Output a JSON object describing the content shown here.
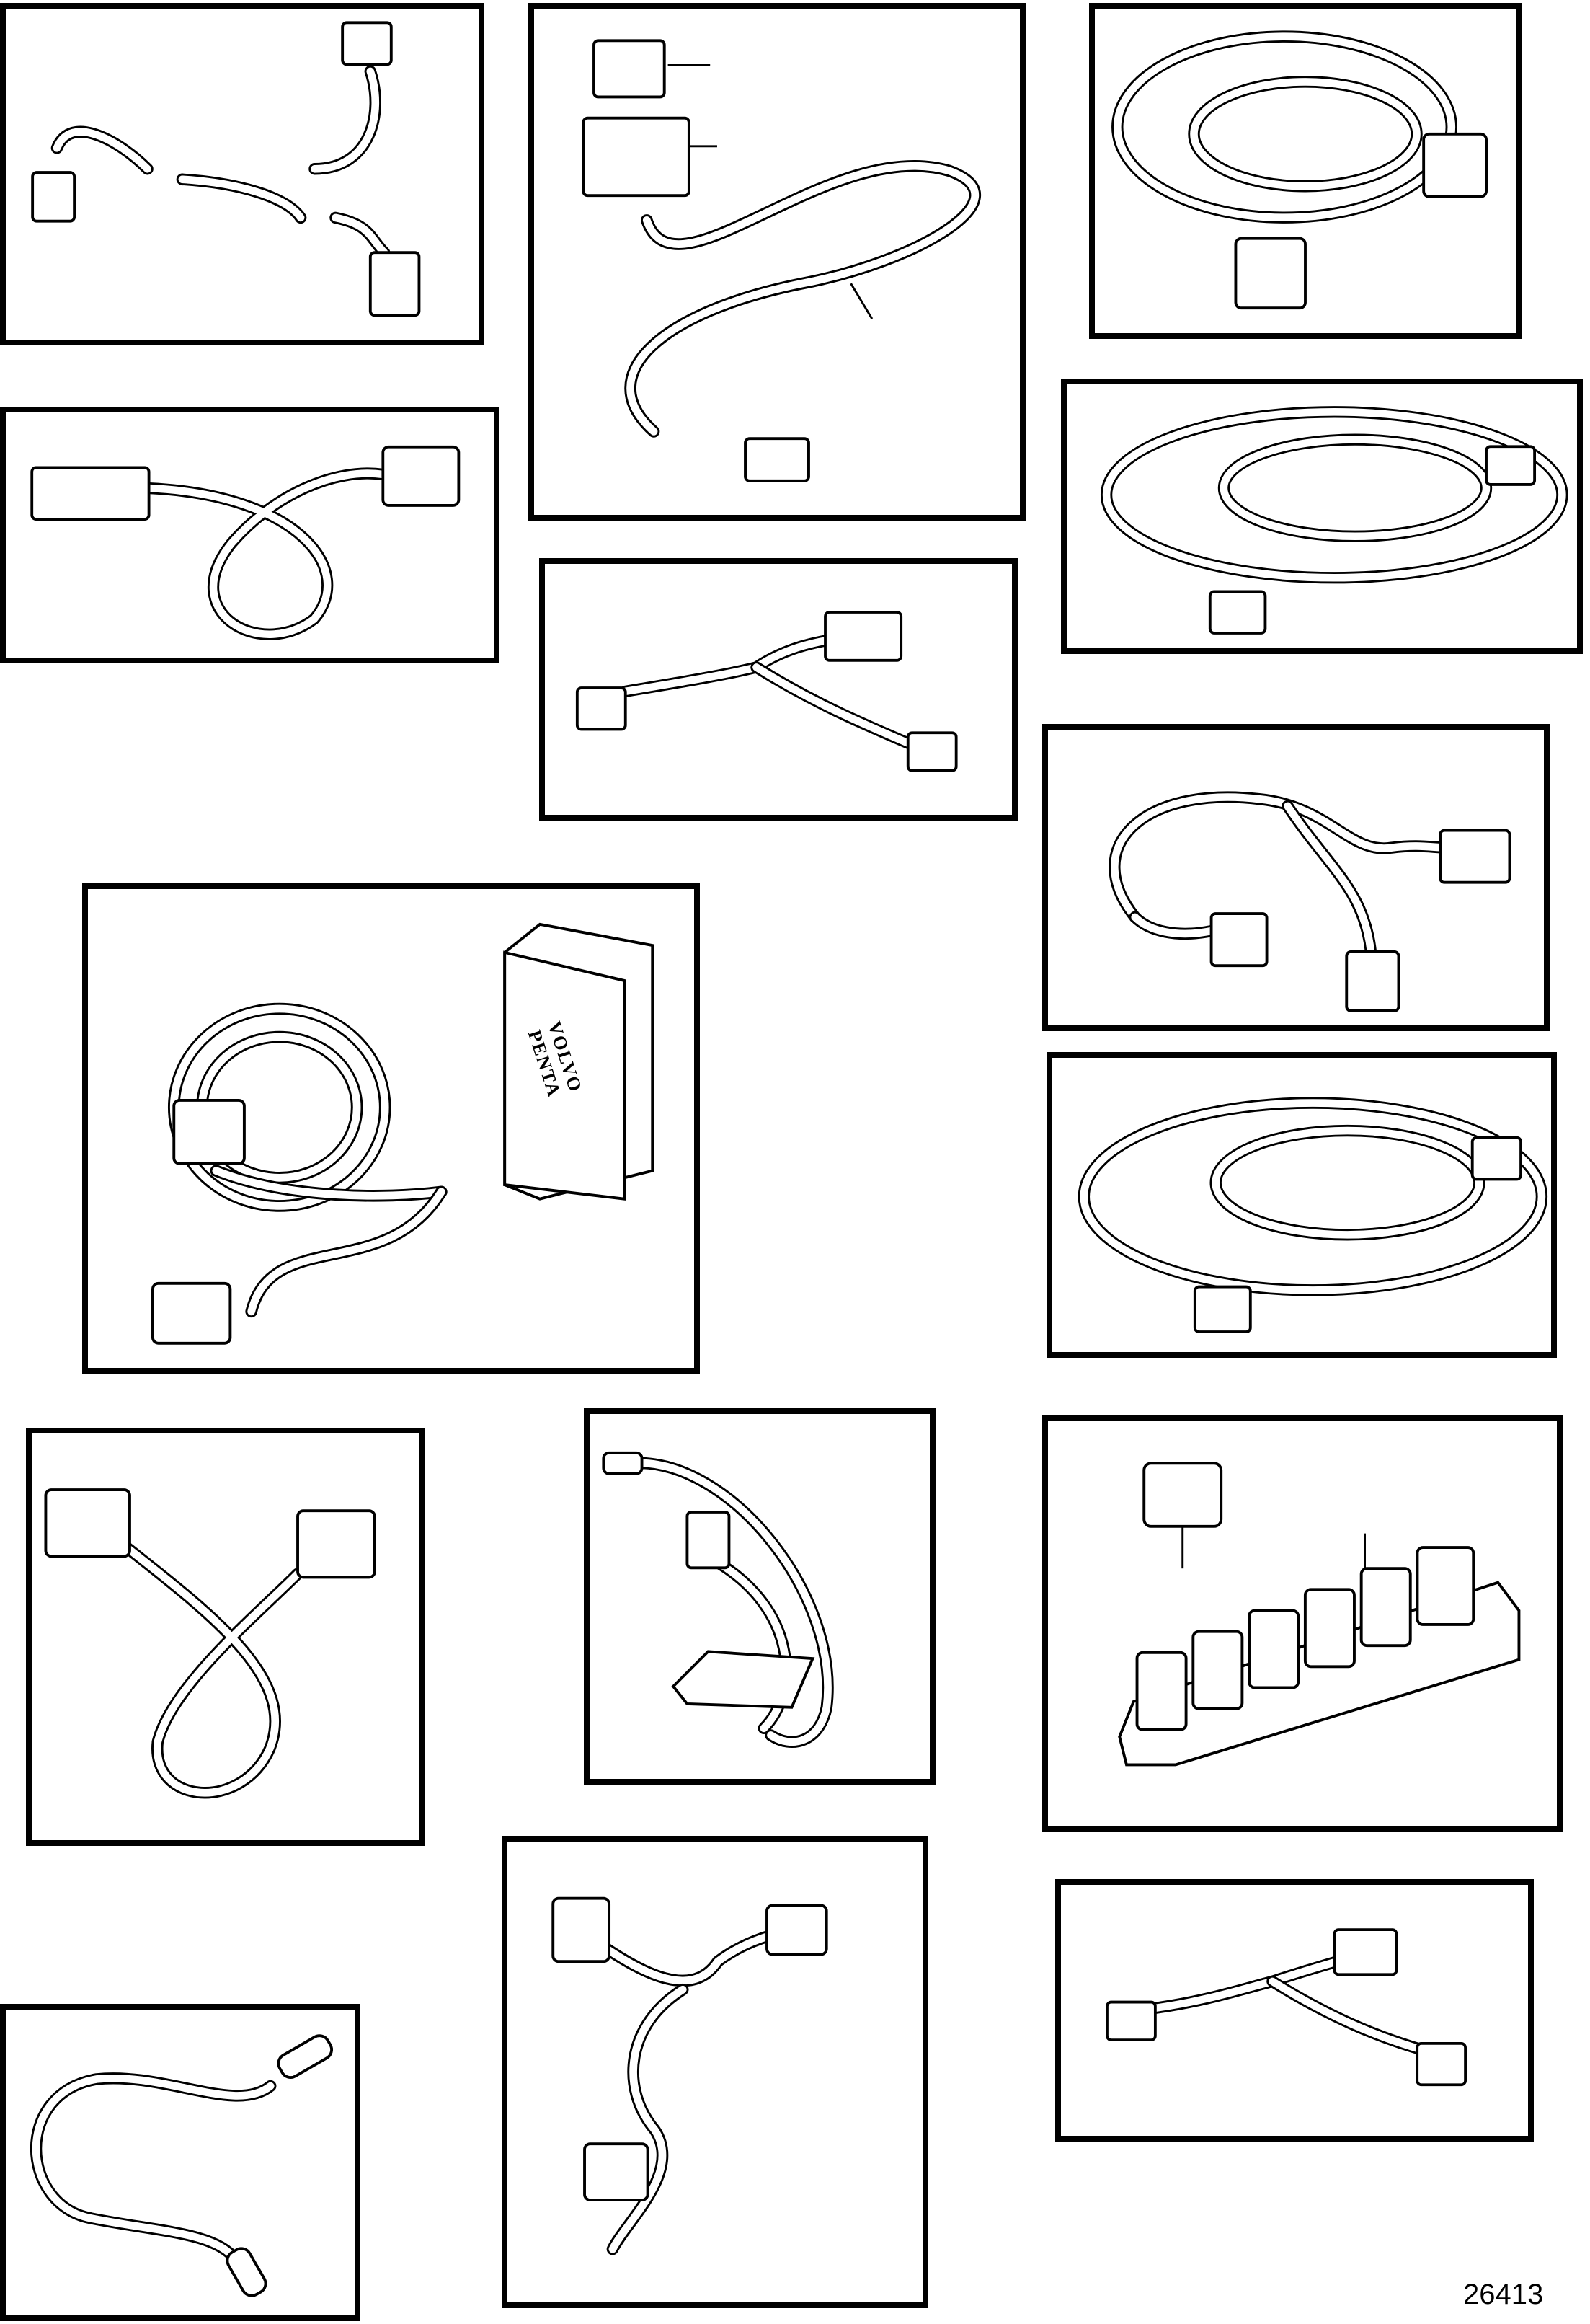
{
  "figure": {
    "number": "26413"
  },
  "module_branding": {
    "line1": "VOLVO",
    "line2": "PENTA"
  },
  "panels": [
    {
      "id": "p1",
      "depicts": "Y-split harness with three connectors"
    },
    {
      "id": "p2",
      "depicts": "Relay with socket and harness"
    },
    {
      "id": "p3",
      "depicts": "Coiled extension cable with two square connectors"
    },
    {
      "id": "p4",
      "depicts": "Looped adapter cable"
    },
    {
      "id": "p5",
      "depicts": "Y-adapter cable"
    },
    {
      "id": "p6",
      "depicts": "Coiled extension cable"
    },
    {
      "id": "p7",
      "depicts": "Y-split harness"
    },
    {
      "id": "p8",
      "depicts": "Control module with coiled harness"
    },
    {
      "id": "p9",
      "depicts": "Coiled extension cable"
    },
    {
      "id": "p10",
      "depicts": "Looped cable with two connectors"
    },
    {
      "id": "p11",
      "depicts": "Interface box with leads"
    },
    {
      "id": "p12",
      "depicts": "Connector block with six sockets"
    },
    {
      "id": "p13",
      "depicts": "Cable with ring terminals"
    },
    {
      "id": "p14",
      "depicts": "Three-way harness"
    },
    {
      "id": "p15",
      "depicts": "Y-adapter cable"
    }
  ]
}
